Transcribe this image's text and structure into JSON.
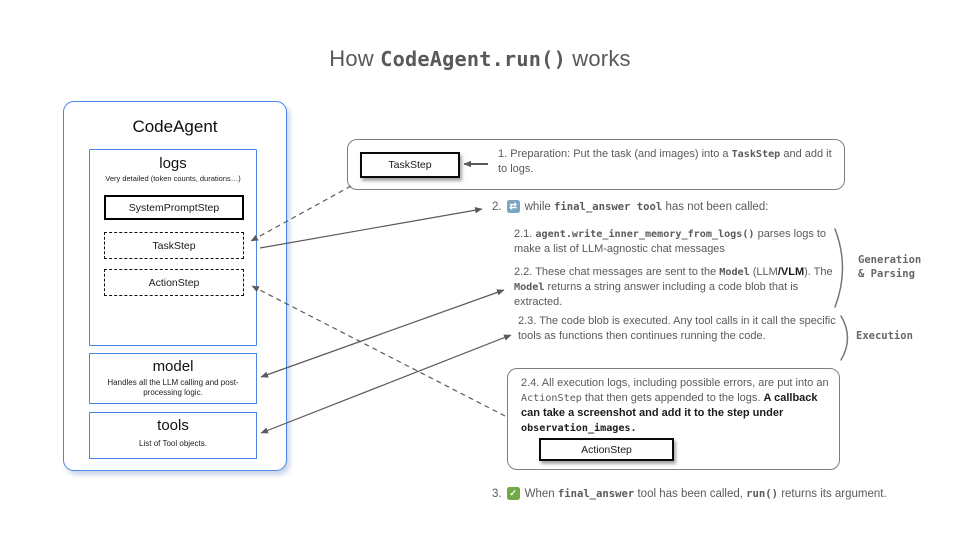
{
  "title": {
    "segments": [
      {
        "t": "How ",
        "style": "plain"
      },
      {
        "t": "CodeAgent.run()",
        "style": "titlecode"
      },
      {
        "t": " works",
        "style": "plain"
      }
    ]
  },
  "colors": {
    "panel_blue": "#4a86e8",
    "box_border_gray": "#7f7f7f",
    "arrow_gray": "#5a5a5a",
    "loop_icon_bg": "#7ba6c2",
    "check_icon_bg": "#71aa47"
  },
  "agent_panel": {
    "title": "CodeAgent",
    "logs": {
      "title": "logs",
      "subtitle": "Very detailed (token counts, durations…)",
      "steps": [
        {
          "label": "SystemPromptStep",
          "border": "solid"
        },
        {
          "label": "TaskStep",
          "border": "dashed"
        },
        {
          "label": "ActionStep",
          "border": "dashed"
        }
      ]
    },
    "model": {
      "title": "model",
      "subtitle": "Handles all the LLM calling and post-processing logic."
    },
    "tools": {
      "title": "tools",
      "subtitle": "List of Tool objects."
    }
  },
  "flow": {
    "step1": {
      "chip": "TaskStep",
      "segments": [
        {
          "t": "1.  Preparation: Put the task (and images) into a ",
          "style": "plain"
        },
        {
          "t": "TaskStep",
          "style": "code"
        },
        {
          "t": " and add it to logs.",
          "style": "plain"
        }
      ]
    },
    "step2": {
      "number": "2.",
      "icon": "loop-icon",
      "icon_glyph": "⇄",
      "segments": [
        {
          "t": "while ",
          "style": "plain"
        },
        {
          "t": "final_answer tool",
          "style": "code"
        },
        {
          "t": " has not been called:",
          "style": "plain"
        }
      ]
    },
    "step21": {
      "segments": [
        {
          "t": "2.1.  ",
          "style": "plain"
        },
        {
          "t": "agent.write_inner_memory_from_logs()",
          "style": "code"
        },
        {
          "t": "  parses logs to make a list of LLM-agnostic chat messages",
          "style": "plain"
        }
      ]
    },
    "step22": {
      "segments": [
        {
          "t": "2.2. These chat messages are sent to the ",
          "style": "plain"
        },
        {
          "t": "Model",
          "style": "code"
        },
        {
          "t": " (LLM",
          "style": "plain"
        },
        {
          "t": "/VLM",
          "style": "dark"
        },
        {
          "t": "). The ",
          "style": "plain"
        },
        {
          "t": "Model",
          "style": "code"
        },
        {
          "t": "  returns a string answer including a code blob that is extracted.",
          "style": "plain"
        }
      ]
    },
    "step23": {
      "segments": [
        {
          "t": "2.3. The code blob is executed. Any tool calls in it call the specific tools as functions then continues running the code.",
          "style": "plain"
        }
      ]
    },
    "step24": {
      "chip": "ActionStep",
      "segments": [
        {
          "t": "2.4. All execution logs, including possible errors, are put into an ",
          "style": "plain"
        },
        {
          "t": "ActionStep",
          "style": "mono"
        },
        {
          "t": " that then gets appended to the logs. ",
          "style": "plain"
        },
        {
          "t": "A callback can  take a screenshot and add it to the step under ",
          "style": "dark"
        },
        {
          "t": "observation_images.",
          "style": "darkcode"
        }
      ]
    },
    "step3": {
      "number": "3.",
      "icon": "check-icon",
      "icon_glyph": "✓",
      "segments": [
        {
          "t": "When ",
          "style": "plain"
        },
        {
          "t": "final_answer",
          "style": "code"
        },
        {
          "t": " tool has been called, ",
          "style": "plain"
        },
        {
          "t": "run()",
          "style": "code"
        },
        {
          "t": " returns its argument.",
          "style": "plain"
        }
      ]
    },
    "labels": {
      "generation": "Generation\n& Parsing",
      "execution": "Execution"
    }
  }
}
